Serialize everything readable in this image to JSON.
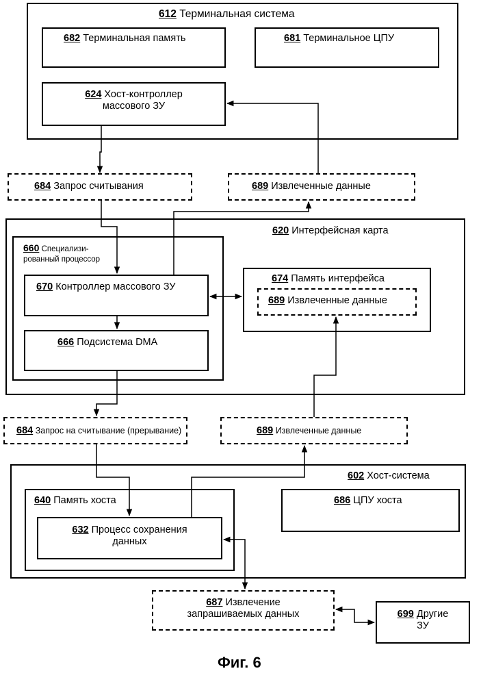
{
  "blocks": {
    "terminal_system": {
      "num": "612",
      "label": "Терминальная система"
    },
    "terminal_memory": {
      "num": "682",
      "label": "Терминальная память"
    },
    "terminal_cpu": {
      "num": "681",
      "label": "Терминальное ЦПУ"
    },
    "host_controller": {
      "num": "624",
      "line1": "Хост-контроллер",
      "line2": "массового ЗУ"
    },
    "read_request_1": {
      "num": "684",
      "label": "Запрос считывания"
    },
    "retrieved_data_1": {
      "num": "689",
      "label": "Извлеченные данные"
    },
    "interface_card": {
      "num": "620",
      "label": "Интерфейсная карта"
    },
    "special_processor": {
      "num": "660",
      "line1": "Специализи-",
      "line2": "рованный процессор"
    },
    "mass_storage_controller": {
      "num": "670",
      "label": "Контроллер массового ЗУ"
    },
    "interface_memory": {
      "num": "674",
      "label": "Память интерфейса"
    },
    "retrieved_data_inner": {
      "num": "689",
      "label": "Извлеченные данные"
    },
    "dma_subsystem": {
      "num": "666",
      "label": "Подсистема DMA"
    },
    "read_request_2": {
      "num": "684",
      "label": "Запрос на считывание (прерывание)"
    },
    "retrieved_data_2": {
      "num": "689",
      "label": "Извлеченные данные"
    },
    "host_system": {
      "num": "602",
      "label": "Хост-система"
    },
    "host_memory": {
      "num": "640",
      "label": "Память хоста"
    },
    "host_cpu": {
      "num": "686",
      "label": "ЦПУ хоста"
    },
    "data_storage_process": {
      "num": "632",
      "line1": "Процесс сохранения",
      "line2": "данных"
    },
    "data_extraction": {
      "num": "687",
      "line1": "Извлечение",
      "line2": "запрашиваемых данных"
    },
    "other_storage": {
      "num": "699",
      "line1": "Другие",
      "line2": "ЗУ"
    }
  },
  "caption": "Фиг. 6"
}
